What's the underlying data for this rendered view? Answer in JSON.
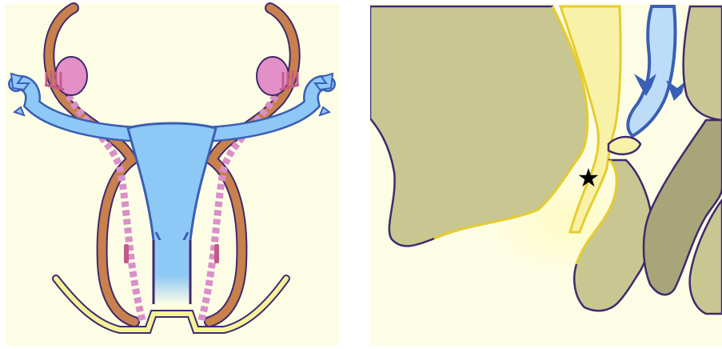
{
  "figure": {
    "panels": [
      {
        "id": "left",
        "content": "frontal-view"
      },
      {
        "id": "right",
        "content": "sagittal-section"
      }
    ],
    "marker": {
      "symbol": "★",
      "color": "#000000"
    }
  },
  "colors": {
    "background": "#fdfde6",
    "duct_blue": "#8ec8f6",
    "duct_blue_outline": "#3a5fb4",
    "gonad_duct_orange": "#c8804d",
    "gonad_pink": "#e38fc8",
    "vestigial_pink": "#d98fc8",
    "sinus_yellow": "#f6f29a",
    "tissue_olive": "#c8c792",
    "tissue_dark_olive": "#a8a679",
    "outline_purple": "#3f2a6b",
    "outline_yellow": "#e6cc2e"
  }
}
